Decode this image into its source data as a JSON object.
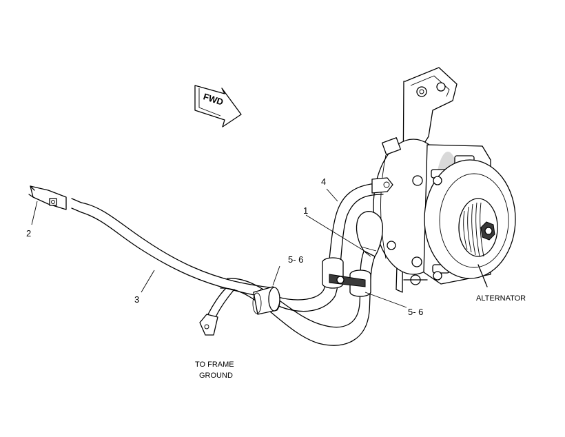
{
  "arrow": {
    "label": "FWD"
  },
  "callouts": {
    "c1": "1",
    "c2": "2",
    "c3": "3",
    "c4": "4",
    "c5a": "5- 6",
    "c5b": "5- 6"
  },
  "labels": {
    "alternator": "ALTERNATOR",
    "frame_ground_line1": "TO FRAME",
    "frame_ground_line2": "GROUND"
  }
}
